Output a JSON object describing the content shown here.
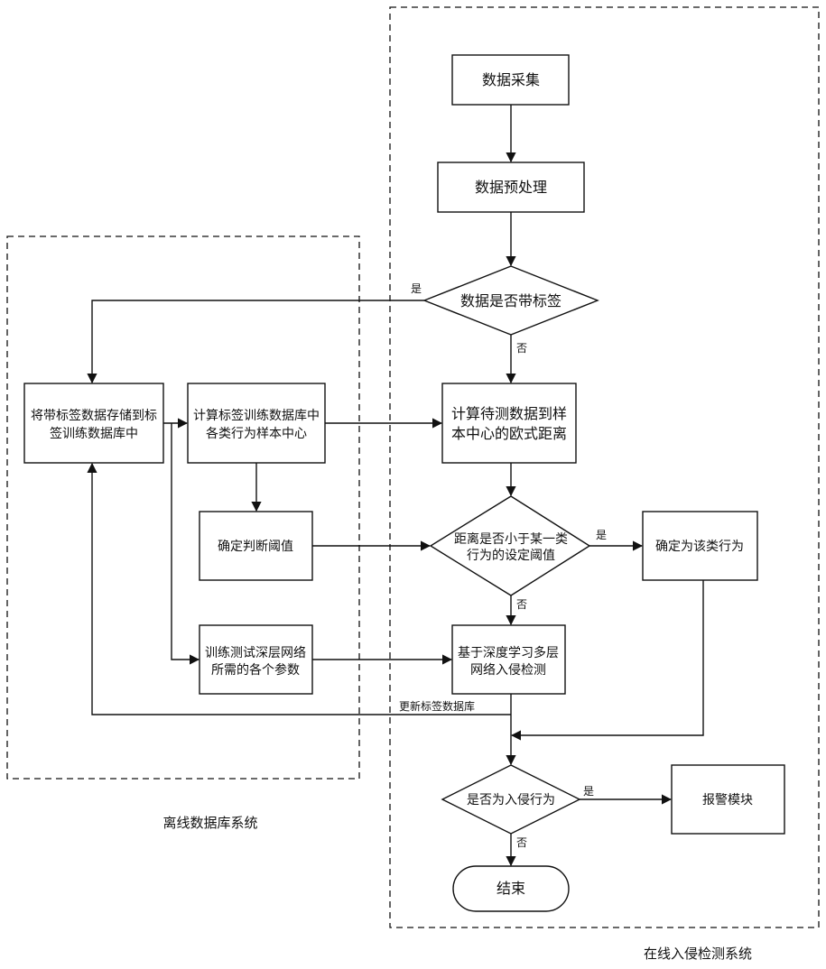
{
  "regions": {
    "offline": "离线数据库系统",
    "online": "在线入侵检测系统"
  },
  "nodes": {
    "collect": "数据采集",
    "preprocess": "数据预处理",
    "has_label": "数据是否带标签",
    "store_line1": "将带标签数据存储到标",
    "store_line2": "签训练数据库中",
    "center_line1": "计算标签训练数据库中",
    "center_line2": "各类行为样本中心",
    "threshold": "确定判断阈值",
    "params_line1": "训练测试深层网络",
    "params_line2": "所需的各个参数",
    "distance_line1": "计算待测数据到样",
    "distance_line2": "本中心的欧式距离",
    "less_line1": "距离是否小于某一类",
    "less_line2": "行为的设定阈值",
    "confirm": "确定为该类行为",
    "dl_line1": "基于深度学习多层",
    "dl_line2": "网络入侵检测",
    "is_intrusion": "是否为入侵行为",
    "alarm": "报警模块",
    "end": "结束"
  },
  "edge_labels": {
    "yes_label": "是",
    "no_dist": "否",
    "yes_less": "是",
    "no_less": "否",
    "update_db": "更新标签数据库",
    "yes_alarm": "是",
    "no_end": "否"
  }
}
